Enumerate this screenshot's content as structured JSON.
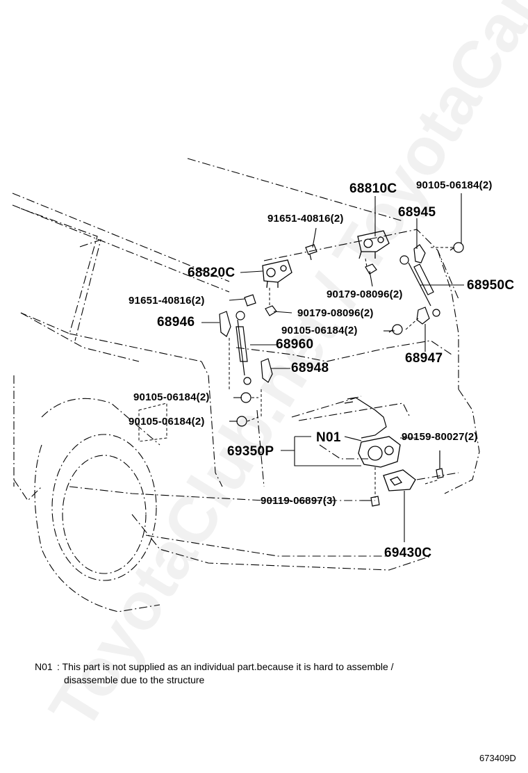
{
  "watermark": "ToyotaClub.net / ToyotaCarMore.ru",
  "parts": {
    "p68810C": "68810C",
    "p90105_a": "90105-06184(2)",
    "p91651_a": "91651-40816(2)",
    "p68945": "68945",
    "p68820C": "68820C",
    "p90179_a": "90179-08096(2)",
    "p68950C": "68950C",
    "p91651_b": "91651-40816(2)",
    "p90179_b": "90179-08096(2)",
    "p68946": "68946",
    "p90105_b": "90105-06184(2)",
    "p68960": "68960",
    "p68947": "68947",
    "p68948": "68948",
    "p90105_c": "90105-06184(2)",
    "p90105_d": "90105-06184(2)",
    "pN01": "N01",
    "p90159": "90159-80027(2)",
    "p69350P": "69350P",
    "p90119": "90119-06897(3)",
    "p69430C": "69430C"
  },
  "note": {
    "code": "N01",
    "line1": ": This part is not supplied as an individual part.because it is hard to assemble /",
    "line2": "disassemble due to the structure"
  },
  "figure_id": "673409D"
}
